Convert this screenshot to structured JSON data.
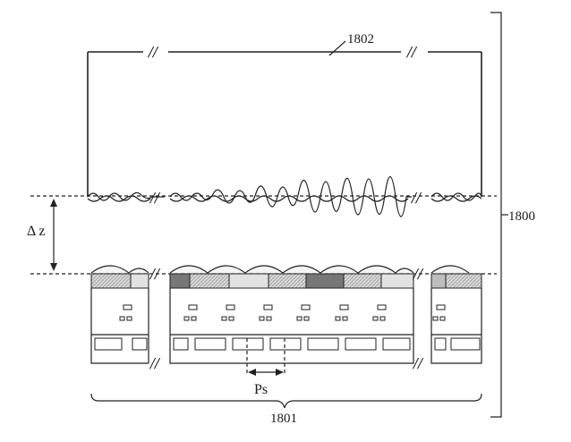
{
  "labels": {
    "device": "1800",
    "sensor": "1801",
    "scene": "1802",
    "gap": "Δ z",
    "pitch": "Ps"
  },
  "break_glyph": "//",
  "colors": {
    "line": "#222222",
    "lens_fill": "#f4f4f4",
    "filter_hatch": "#bdbdbd",
    "filter_dark": "#777777",
    "filter_light": "#e2e2e2"
  }
}
